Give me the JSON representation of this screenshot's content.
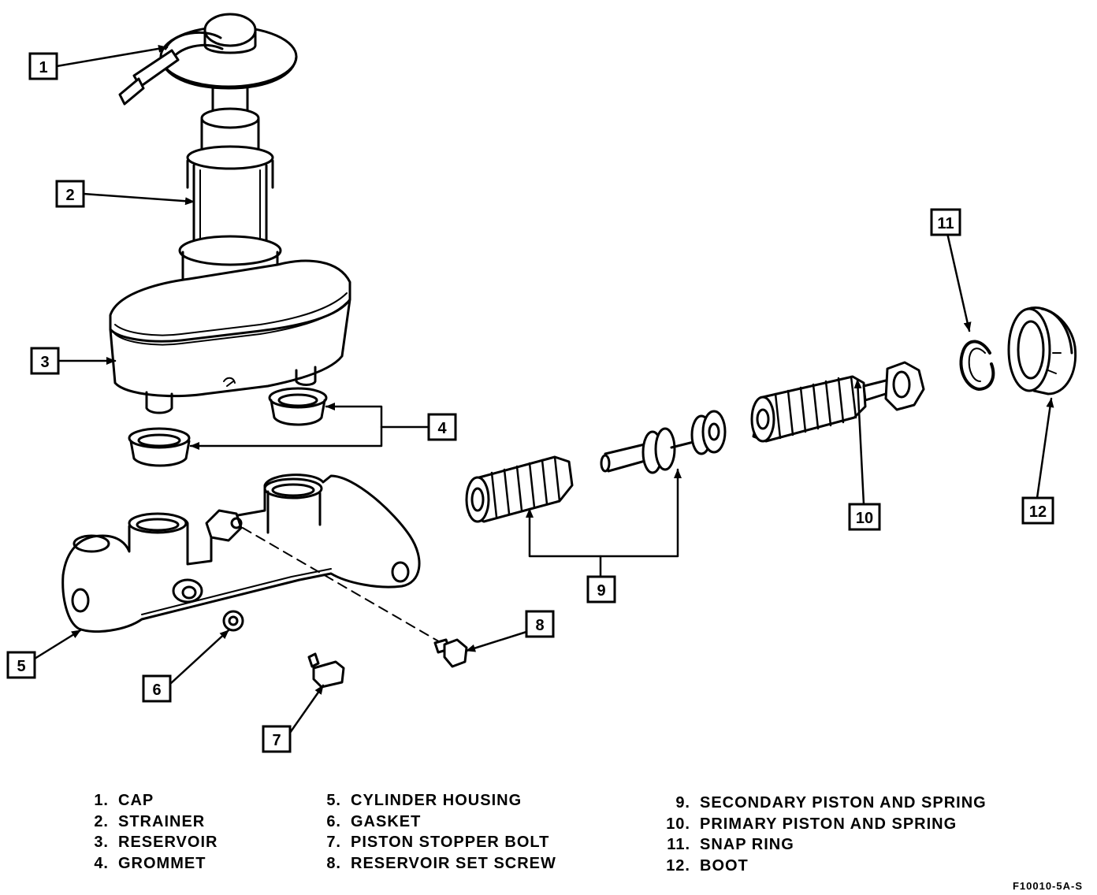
{
  "callouts": [
    "1",
    "2",
    "3",
    "4",
    "5",
    "6",
    "7",
    "8",
    "9",
    "10",
    "11",
    "12"
  ],
  "legend": {
    "col1": [
      {
        "num": "1.",
        "label": "CAP"
      },
      {
        "num": "2.",
        "label": "STRAINER"
      },
      {
        "num": "3.",
        "label": "RESERVOIR"
      },
      {
        "num": "4.",
        "label": "GROMMET"
      }
    ],
    "col2": [
      {
        "num": "5.",
        "label": "CYLINDER HOUSING"
      },
      {
        "num": "6.",
        "label": "GASKET"
      },
      {
        "num": "7.",
        "label": "PISTON STOPPER BOLT"
      },
      {
        "num": "8.",
        "label": "RESERVOIR SET SCREW"
      }
    ],
    "col3": [
      {
        "num": "9.",
        "label": "SECONDARY PISTON AND SPRING"
      },
      {
        "num": "10.",
        "label": "PRIMARY PISTON AND SPRING"
      },
      {
        "num": "11.",
        "label": "SNAP RING"
      },
      {
        "num": "12.",
        "label": "BOOT"
      }
    ]
  },
  "figure_code": "F10010-5A-S",
  "colors": {
    "ink": "#000000",
    "paper": "#ffffff"
  }
}
